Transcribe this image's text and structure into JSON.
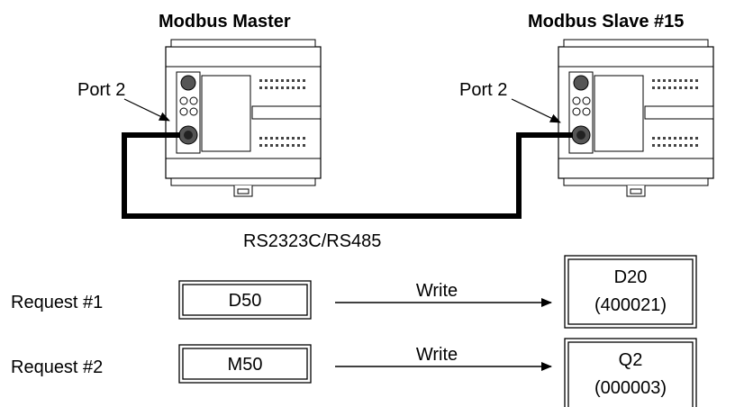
{
  "master": {
    "title": "Modbus Master",
    "port_label": "Port 2"
  },
  "slave": {
    "title": "Modbus Slave #15",
    "port_label": "Port 2"
  },
  "cable_label": "RS2323C/RS485",
  "requests": [
    {
      "label": "Request #1",
      "source": "D50",
      "action": "Write",
      "dest_line1": "D20",
      "dest_line2": "(400021)"
    },
    {
      "label": "Request #2",
      "source": "M50",
      "action": "Write",
      "dest_line1": "Q2",
      "dest_line2": "(000003)"
    }
  ]
}
